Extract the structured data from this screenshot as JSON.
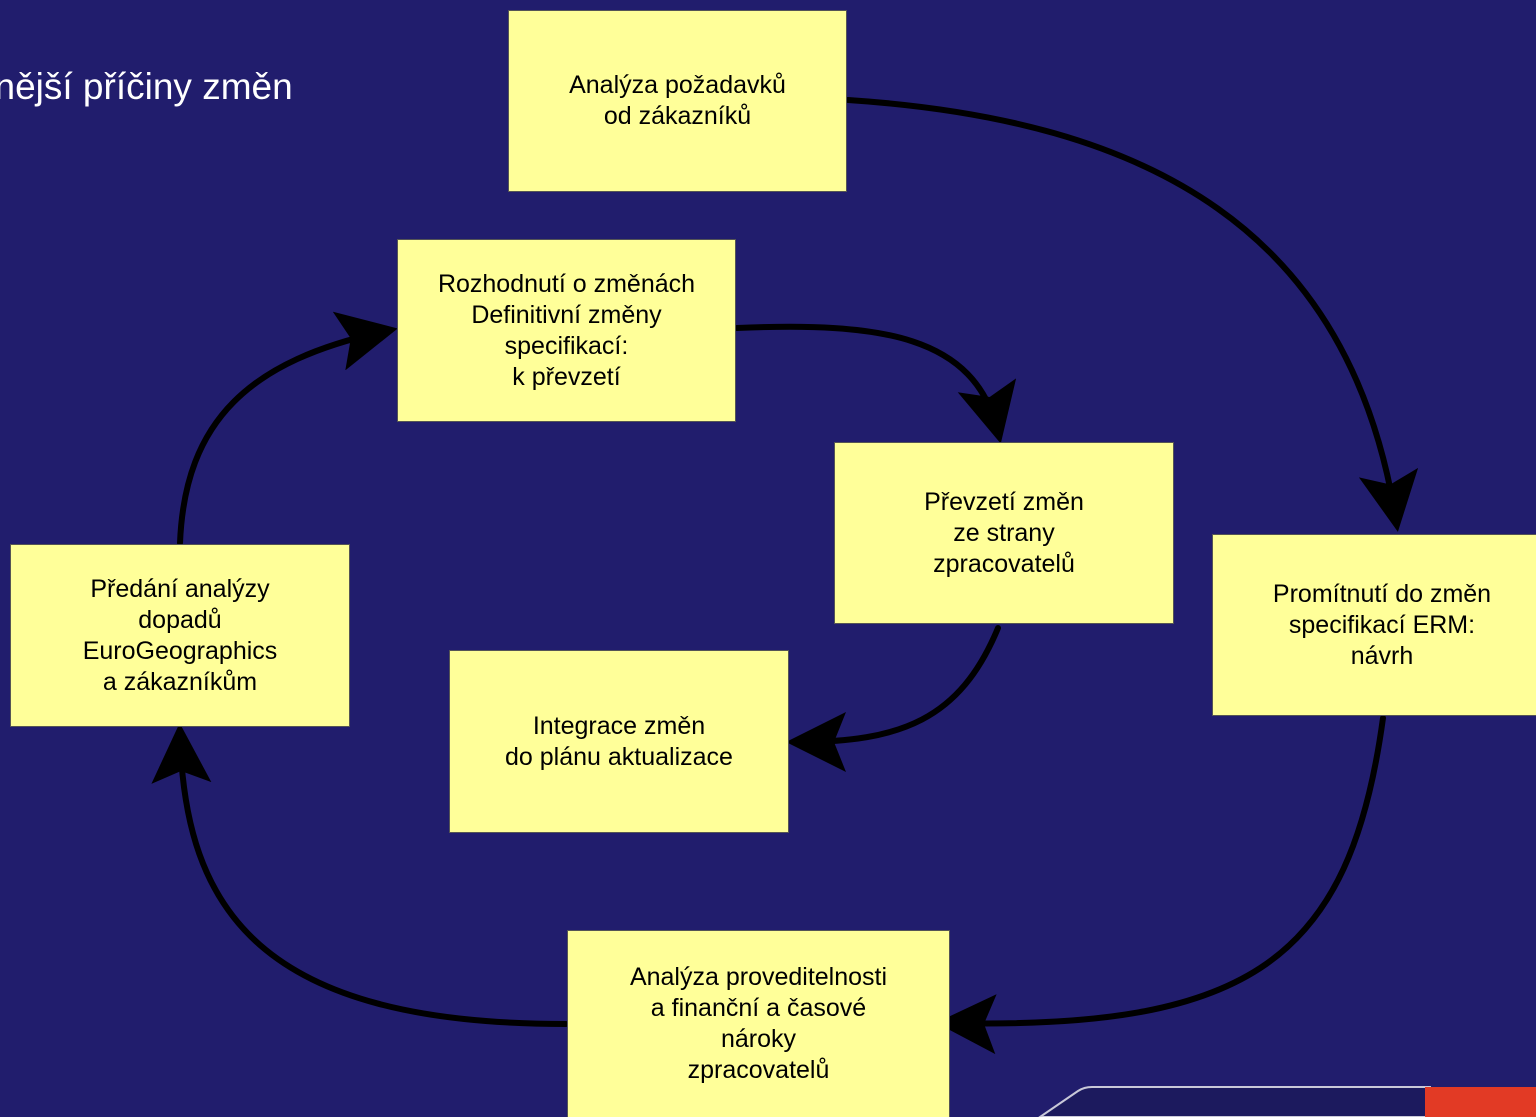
{
  "title": "ynější příčiny změn",
  "boxes": {
    "customer_requirements": "Analýza požadavků\nod zákazníků",
    "erm_projection": "Promítnutí do změn\nspecifikací ERM:\nnávrh",
    "feasibility_analysis": "Analýza proveditelnosti\na finanční a časové\nnároky\nzpracovatelů",
    "impact_handover": "Předání analýzy\ndopadů\nEuroGeographics\na zákazníkům",
    "change_decision": "Rozhodnutí o změnách\nDefinitivní změny\nspecifikací:\nk převzetí",
    "change_adoption": "Převzetí změn\nze strany\nzpracovatelů",
    "update_plan_integration": "Integrace změn\ndo plánu aktualizace"
  },
  "colors": {
    "background": "#211d6d",
    "box_fill": "#ffff99",
    "arrow": "#000000",
    "title": "#ffffff"
  }
}
